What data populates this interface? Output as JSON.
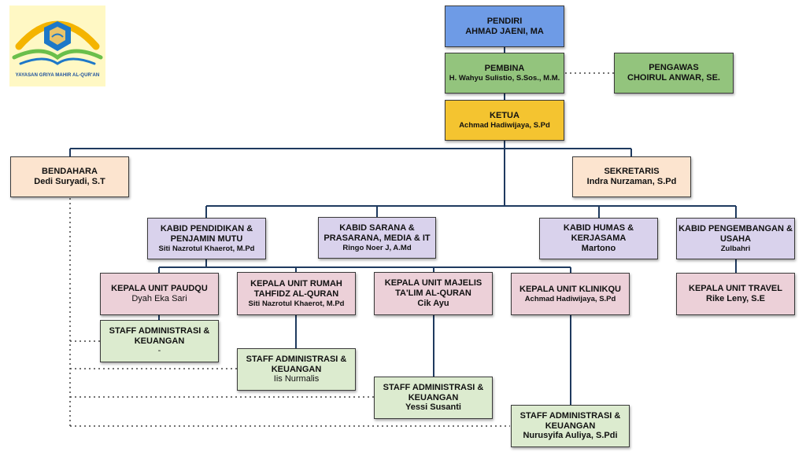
{
  "logo": {
    "text": "YAYASAN GRIYA MAHIR AL-QUR'AN",
    "colors": {
      "arc": "#f4b400",
      "leaf": "#6abf4b",
      "badge": "#1e78c8",
      "center": "#e8c36a"
    }
  },
  "nodes": {
    "pendiri": {
      "title": "PENDIRI",
      "name": "AHMAD JAENI, MA"
    },
    "pembina": {
      "title": "PEMBINA",
      "name": "H. Wahyu Sulistio, S.Sos., M.M."
    },
    "pengawas": {
      "title": "PENGAWAS",
      "name": "CHOIRUL ANWAR, SE."
    },
    "ketua": {
      "title": "KETUA",
      "name": "Achmad Hadiwijaya, S.Pd"
    },
    "bendahara": {
      "title": "BENDAHARA",
      "name": "Dedi Suryadi, S.T"
    },
    "sekretaris": {
      "title": "SEKRETARIS",
      "name": "Indra Nurzaman, S.Pd"
    },
    "kabid_pendidikan": {
      "title": "KABID PENDIDIKAN & PENJAMIN MUTU",
      "name": "Siti Nazrotul Khaerot, M.Pd"
    },
    "kabid_sarana": {
      "title": "KABID SARANA & PRASARANA, MEDIA & IT",
      "name": "Ringo Noer J, A.Md"
    },
    "kabid_humas": {
      "title": "KABID HUMAS & KERJASAMA",
      "name": "Martono"
    },
    "kabid_pengembangan": {
      "title": "KABID PENGEMBANGAN & USAHA",
      "name": "Zulbahri"
    },
    "unit_paudqu": {
      "title": "KEPALA UNIT PAUDQU",
      "name": "Dyah Eka Sari"
    },
    "unit_rumah_tahfidz": {
      "title": "KEPALA UNIT RUMAH TAHFIDZ AL-QURAN",
      "name": "Siti Nazrotul Khaerot, M.Pd"
    },
    "unit_majelis": {
      "title": "KEPALA UNIT MAJELIS TA'LIM AL-QURAN",
      "name": "Cik Ayu"
    },
    "unit_klinikqu": {
      "title": "KEPALA UNIT KLINIKQU",
      "name": "Achmad Hadiwijaya, S.Pd"
    },
    "unit_travel": {
      "title": "KEPALA UNIT TRAVEL",
      "name": "Rike Leny, S.E"
    },
    "staff_paudqu": {
      "title": "STAFF ADMINISTRASI & KEUANGAN",
      "name": "-"
    },
    "staff_rumah_tahfidz": {
      "title": "STAFF ADMINISTRASI & KEUANGAN",
      "name": "Iis Nurmalis"
    },
    "staff_majelis": {
      "title": "STAFF ADMINISTRASI & KEUANGAN",
      "name": "Yessi Susanti"
    },
    "staff_klinikqu": {
      "title": "STAFF ADMINISTRASI & KEUANGAN",
      "name": "Nurusyifa Auliya, S.Pdi"
    }
  }
}
